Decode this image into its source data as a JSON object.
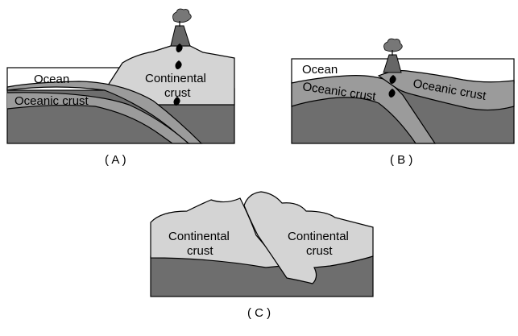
{
  "panels": {
    "a": {
      "caption": "( A )",
      "ocean": "Ocean",
      "oceanic_crust": "Oceanic crust",
      "continental_line1": "Continental",
      "continental_line2": "crust"
    },
    "b": {
      "caption": "( B )",
      "ocean": "Ocean",
      "oceanic_crust_left": "Oceanic crust",
      "oceanic_crust_right": "Oceanic crust"
    },
    "c": {
      "caption": "( C )",
      "continental_left_line1": "Continental",
      "continental_left_line2": "crust",
      "continental_right_line1": "Continental",
      "continental_right_line2": "crust"
    }
  },
  "colors": {
    "mantle": "#6e6e6e",
    "oceanic_crust": "#9b9b9b",
    "continental_crust": "#d4d4d4",
    "ocean": "#ffffff",
    "volcano": "#666666",
    "magma": "#000000"
  }
}
